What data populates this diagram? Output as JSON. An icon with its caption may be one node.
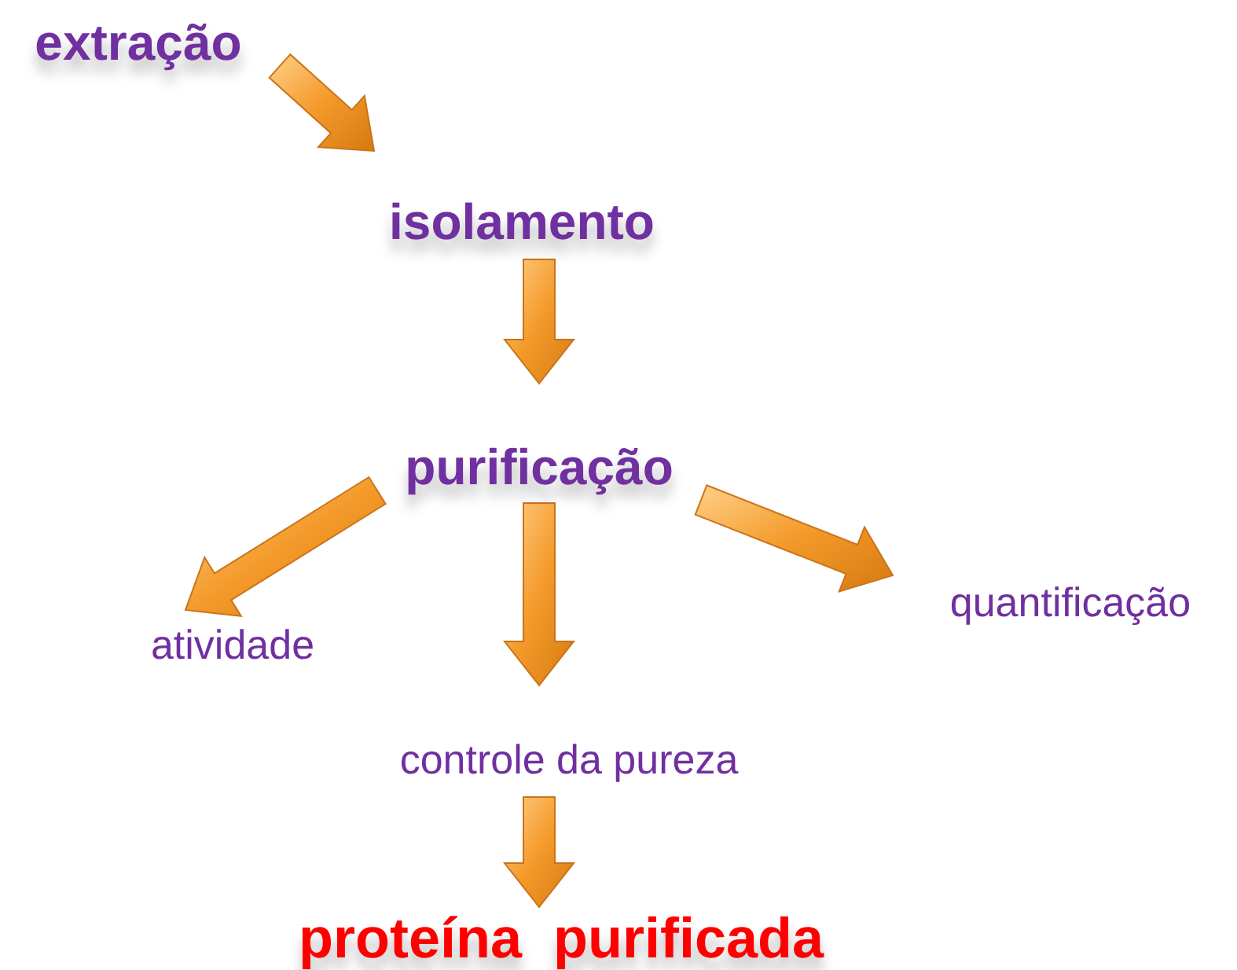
{
  "diagram": {
    "nodes": [
      {
        "text": [
          "extração"
        ]
      },
      {
        "text": [
          "isolamento"
        ]
      },
      {
        "text": [
          "purificação"
        ]
      },
      {
        "text": [
          "atividade"
        ]
      },
      {
        "text": [
          "quantificação"
        ]
      },
      {
        "text": [
          "controle da pureza"
        ]
      },
      {
        "text": [
          "proteína  purificada"
        ]
      }
    ],
    "edges": [
      {
        "from": 0,
        "to": 1,
        "arrow": "to",
        "style": "thick"
      },
      {
        "from": 1,
        "to": 2,
        "arrow": "to",
        "style": "thick"
      },
      {
        "from": 2,
        "to": 3,
        "arrow": "to",
        "style": "thick"
      },
      {
        "from": 2,
        "to": 5,
        "arrow": "to",
        "style": "thick"
      },
      {
        "from": 2,
        "to": 4,
        "arrow": "to",
        "style": "thick"
      },
      {
        "from": 5,
        "to": 6,
        "arrow": "to",
        "style": "thick"
      }
    ]
  }
}
